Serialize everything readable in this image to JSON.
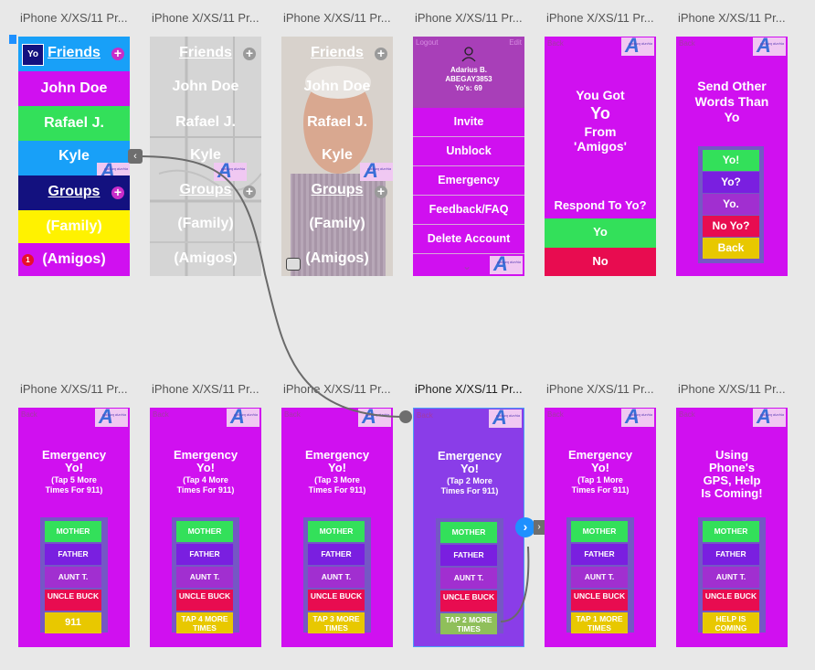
{
  "frame_label": "iPhone X/XS/11 Pr...",
  "ui": {
    "back": "Back",
    "logout": "Logout",
    "edit": "Edit",
    "badge": "1",
    "plus": "+"
  },
  "logo": {
    "letter": "A",
    "text": "ppdxzq dunhia"
  },
  "home": {
    "yo": "Yo",
    "friends": "Friends",
    "john": "John Doe",
    "rafael": "Rafael J.",
    "kyle": "Kyle",
    "groups": "Groups",
    "family": "(Family)",
    "amigos": "(Amigos)"
  },
  "account": {
    "name": "Adarius B.",
    "code": "ABEGAY3853",
    "count": "Yo's: 69",
    "items": [
      "Invite",
      "Unblock",
      "Emergency",
      "Feedback/FAQ",
      "Delete Account"
    ]
  },
  "got": {
    "l1": "You Got",
    "l2": "Yo",
    "l3": "From",
    "l4": "'Amigos'",
    "respond": "Respond To Yo?",
    "yes": "Yo",
    "no": "No"
  },
  "send": {
    "title": "Send Other Words Than Yo",
    "opts": [
      "Yo!",
      "Yo?",
      "Yo.",
      "No Yo?",
      "Back"
    ]
  },
  "emergency": {
    "title": "Emergency Yo!",
    "subs": [
      "(Tap 5 More Times For 911)",
      "(Tap 4 More Times For 911)",
      "(Tap 3 More Times For 911)",
      "(Tap 2 More Times For 911)",
      "(Tap 1 More Times For 911)"
    ],
    "gps_title": "Using Phone's GPS, Help Is Coming!",
    "contacts": [
      "MOTHER",
      "FATHER",
      "AUNT T.",
      "UNCLE BUCK"
    ],
    "last": [
      "911",
      "TAP 4 MORE TIMES",
      "TAP 3 MORE TIMES",
      "TAP 2 MORE TIMES",
      "TAP 1 MORE TIMES",
      "HELP IS COMING"
    ]
  },
  "colors": {
    "magenta": "#d010f0",
    "green": "#33e05a",
    "blue": "#18a0f8",
    "navy": "#13117f",
    "yellow": "#fff200",
    "red": "#e80c50",
    "purple": "#7a1fe0",
    "selected": "#8a3de8",
    "link": "#1e90ff"
  }
}
